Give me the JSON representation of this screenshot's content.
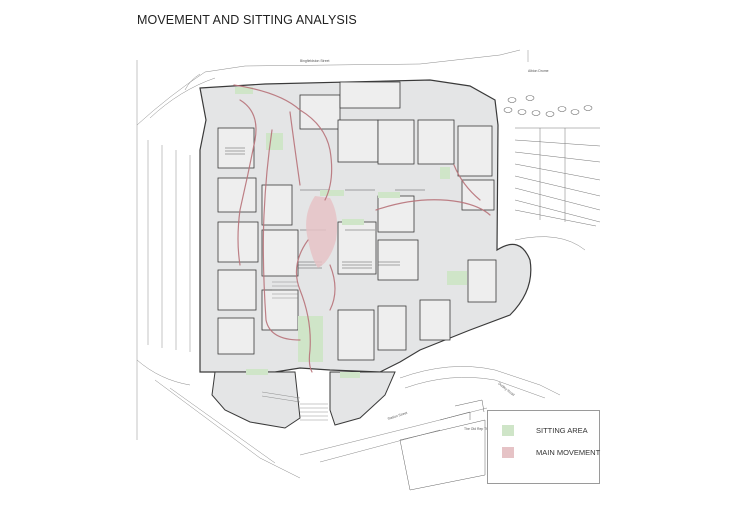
{
  "title": "MOVEMENT AND SITTING ANALYSIS",
  "legend": {
    "items": [
      {
        "label": "SITTING AREA",
        "color": "#cfe5c8"
      },
      {
        "label": "MAIN MOVEMENT",
        "color": "#e6c3c6"
      }
    ]
  },
  "colors": {
    "floor": "#e4e5e6",
    "walls": "#3a3a3a",
    "sitting": "#cfe5c8",
    "movement": "#b8737a"
  },
  "street_labels": {
    "north": "Bingfieldston Street",
    "east": "Albion Drome",
    "southeast": "Dudley Road",
    "south": "Station Street",
    "theatre": "The Old Rep Theatre"
  }
}
